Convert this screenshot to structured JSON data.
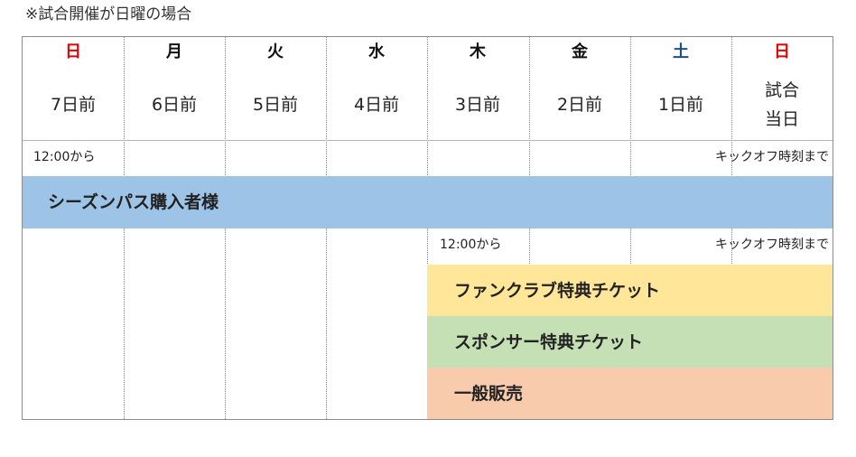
{
  "title": "※試合開催が日曜の場合",
  "days": [
    {
      "day": "日",
      "sub": "7日前",
      "color": "#e00000"
    },
    {
      "day": "月",
      "sub": "6日前",
      "color": "#111111"
    },
    {
      "day": "火",
      "sub": "5日前",
      "color": "#111111"
    },
    {
      "day": "水",
      "sub": "4日前",
      "color": "#111111"
    },
    {
      "day": "木",
      "sub": "3日前",
      "color": "#111111"
    },
    {
      "day": "金",
      "sub": "2日前",
      "color": "#111111"
    },
    {
      "day": "土",
      "sub": "1日前",
      "color": "#1f4e8c"
    },
    {
      "day": "日",
      "sub": "試合\n当日",
      "color": "#e00000"
    }
  ],
  "row1": {
    "start": "12:00から",
    "end": "キックオフ時刻まで"
  },
  "row2": {
    "start": "12:00から",
    "end": "キックオフ時刻まで"
  },
  "bands": {
    "season_pass": {
      "label": "シーズンパス購入者様",
      "color": "#9dc3e6"
    },
    "fanclub": {
      "label": "ファンクラブ特典チケット",
      "color": "#ffe699"
    },
    "sponsor": {
      "label": "スポンサー特典チケット",
      "color": "#c5e0b4"
    },
    "general": {
      "label": "一般販売",
      "color": "#f8cbad"
    }
  }
}
